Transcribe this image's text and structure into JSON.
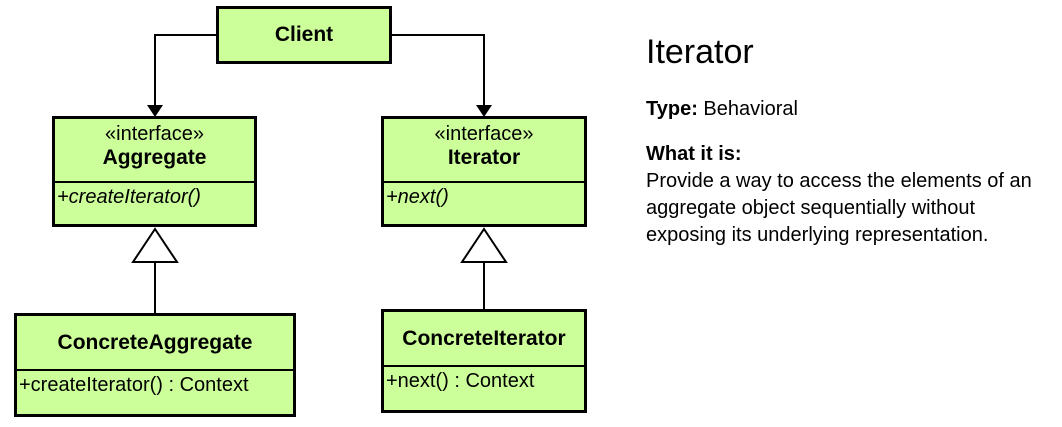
{
  "diagram": {
    "client": {
      "name": "Client"
    },
    "aggregate": {
      "stereotype": "«interface»",
      "name": "Aggregate",
      "operation": "+createIterator()"
    },
    "iterator": {
      "stereotype": "«interface»",
      "name": "Iterator",
      "operation": "+next()"
    },
    "concrete_aggregate": {
      "name": "ConcreteAggregate",
      "operation": "+createIterator() : Context"
    },
    "concrete_iterator": {
      "name": "ConcreteIterator",
      "operation": "+next() : Context"
    },
    "colors": {
      "box_fill": "#ccff99",
      "line": "#000000"
    }
  },
  "panel": {
    "title": "Iterator",
    "type_label": "Type:",
    "type_value": "Behavioral",
    "what_label": "What it is:",
    "what_text": "Provide a way to access the elements of an aggregate object sequentially without exposing its underlying representation."
  }
}
